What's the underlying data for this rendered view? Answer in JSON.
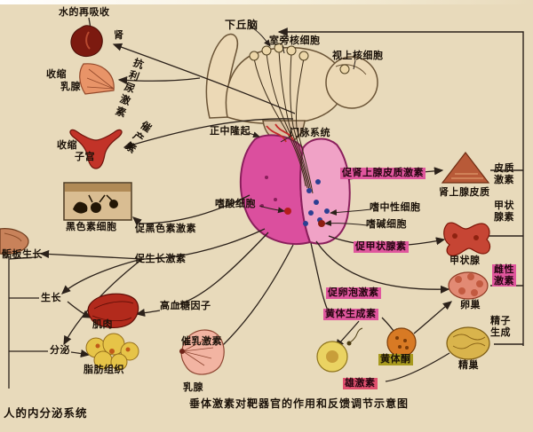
{
  "page": {
    "title": "垂体激素对靶器官的作用和反馈调节示意图",
    "system_caption": "人的内分泌系统"
  },
  "colors": {
    "background": "#e8dabb",
    "pituitary_anterior": "#db4f9e",
    "pituitary_posterior": "#f0a2c6",
    "label_highlight_pink": "#df569d",
    "label_highlight_olive": "#a89a1e",
    "line": "#2b211a"
  },
  "labels": {
    "water_reabsorption": "水的再吸收",
    "kidney": "肾",
    "hypothalamus": "下丘脑",
    "paraventricular_nucleus_cells": "室旁核细胞",
    "supraoptic_nucleus_cells": "视上核细胞",
    "contraction_upper": "收缩",
    "mammary_gland_upper": "乳腺",
    "antidiuretic_hormone": "抗利尿激素",
    "oxytocin": "催产素",
    "median_eminence": "正中隆起",
    "portal_system": "门脉系统",
    "contraction_lower": "收缩",
    "uterus": "子宫",
    "melanocytes": "黑色素细胞",
    "msh": "促黑色素激素",
    "acidophil_cells": "嗜酸细胞",
    "neutrophil_cells": "嗜中性细胞",
    "basophil_cells": "嗜碱细胞",
    "acth": "促肾上腺皮质激素",
    "cortical_hormone": "皮质激素",
    "adrenal_cortex": "肾上腺皮质",
    "thyroxine": "甲状腺素",
    "tsh": "促甲状腺素",
    "thyroid": "甲状腺",
    "epiphyseal_growth": "骺板生长",
    "growth_hormone": "促生长激素",
    "estrogen": "雌性激素",
    "fsh": "促卵泡激素",
    "ovary": "卵巢",
    "growth": "生长",
    "muscle": "肌肉",
    "hyperglycemic_factor": "高血糖因子",
    "lh": "黄体生成素",
    "sperm_production": "精子生成",
    "secretion": "分泌",
    "adipose_tissue": "脂肪组织",
    "prolactin": "催乳激素",
    "progesterone": "黄体酮",
    "testis": "精巢",
    "androgen": "雄激素",
    "mammary_gland_lower": "乳腺"
  }
}
